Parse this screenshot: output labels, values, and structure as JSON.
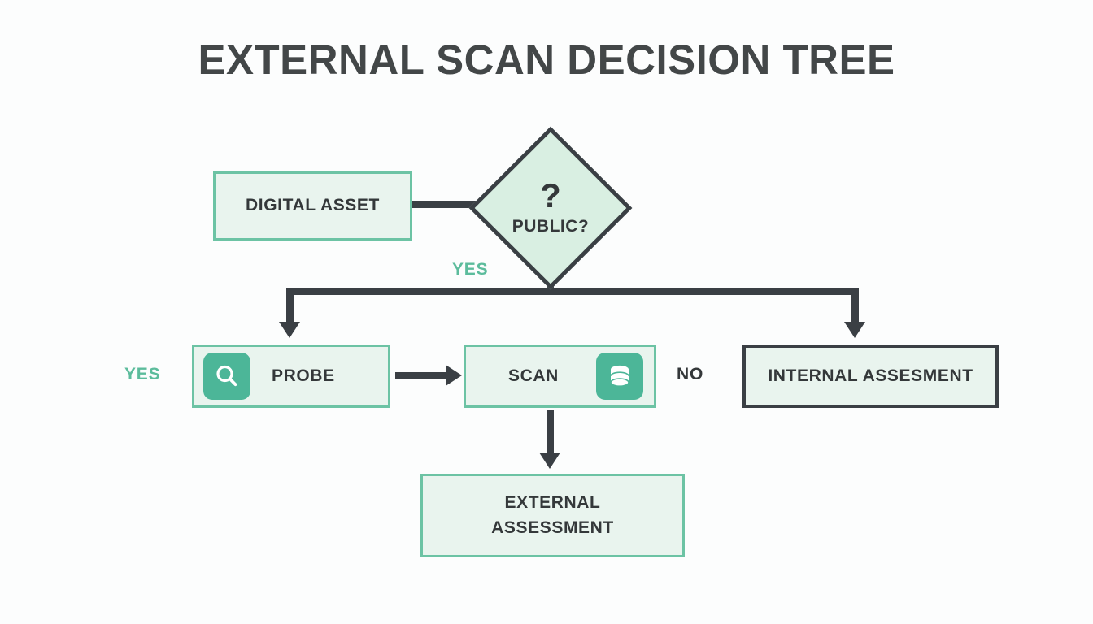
{
  "page": {
    "title": "EXTERNAL SCAN DECISION TREE",
    "background_color": "#fcfdfd",
    "accent_teal": "#6cc3a4",
    "icon_tile_color": "#4cb698",
    "line_color": "#3a3f44",
    "node_fill": "#e9f4ee",
    "text_color": "#34383a"
  },
  "nodes": {
    "digital_asset": {
      "label": "DIGITAL ASSET",
      "shape": "rectangle",
      "border": "teal"
    },
    "public_decision": {
      "glyph": "?",
      "label": "PUBLIC?",
      "shape": "diamond",
      "border": "dark"
    },
    "probe": {
      "label": "PROBE",
      "shape": "rectangle",
      "border": "teal",
      "icon": "search-icon"
    },
    "scan": {
      "label": "SCAN",
      "shape": "rectangle",
      "border": "teal",
      "icon": "database-icon"
    },
    "internal_assessment": {
      "label": "INTERNAL ASSESMENT",
      "shape": "rectangle",
      "border": "dark"
    },
    "external_assessment": {
      "line1": "EXTERNAL",
      "line2": "ASSESSMENT",
      "shape": "rectangle",
      "border": "teal"
    }
  },
  "edges": {
    "yes_top": "YES",
    "yes_left": "YES",
    "no_right": "NO"
  }
}
